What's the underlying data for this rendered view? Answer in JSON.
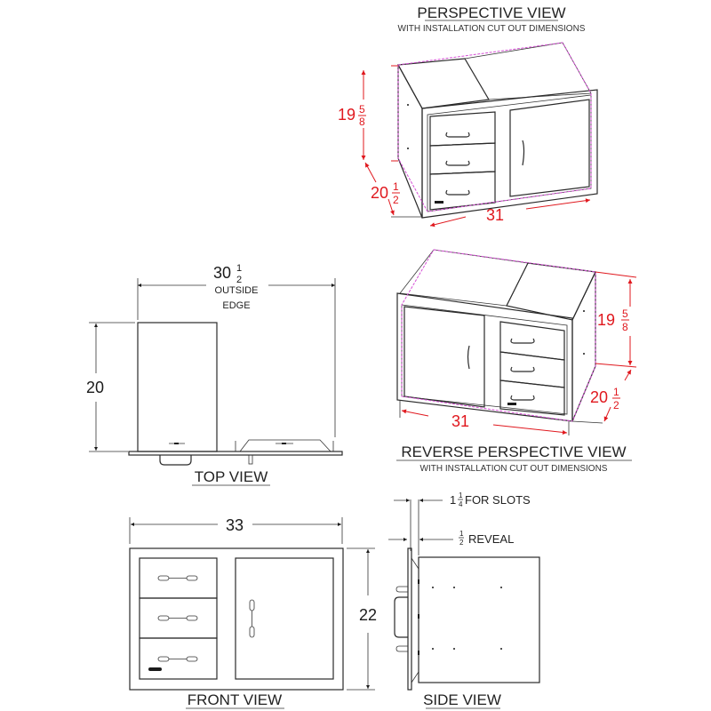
{
  "colors": {
    "dimension_red": "#e0181e",
    "cutout_outline_magenta": "#d64fd6",
    "line_black": "#2a2a2a",
    "background": "#ffffff"
  },
  "perspective_view": {
    "title": "PERSPECTIVE VIEW",
    "subtitle": "WITH INSTALLATION CUT OUT DIMENSIONS",
    "height_whole": "19",
    "height_frac_num": "5",
    "height_frac_den": "8",
    "depth_whole": "20",
    "depth_frac_num": "1",
    "depth_frac_den": "2",
    "width": "31"
  },
  "top_view": {
    "title": "TOP VIEW",
    "width_whole": "30",
    "width_frac_num": "1",
    "width_frac_den": "2",
    "width_note_line1": "OUTSIDE",
    "width_note_line2": "EDGE",
    "depth": "20"
  },
  "reverse_perspective_view": {
    "title": "REVERSE PERSPECTIVE VIEW",
    "subtitle": "WITH  INSTALLATION CUT OUT DIMENSIONS",
    "height_whole": "19",
    "height_frac_num": "5",
    "height_frac_den": "8",
    "depth_whole": "20",
    "depth_frac_num": "1",
    "depth_frac_den": "2",
    "width": "31"
  },
  "front_view": {
    "title": "FRONT VIEW",
    "width": "33",
    "height": "22"
  },
  "side_view": {
    "title": "SIDE VIEW",
    "slots_whole": "1",
    "slots_frac_num": "1",
    "slots_frac_den": "4",
    "slots_label": "FOR SLOTS",
    "reveal_frac_num": "1",
    "reveal_frac_den": "2",
    "reveal_label": "REVEAL"
  }
}
